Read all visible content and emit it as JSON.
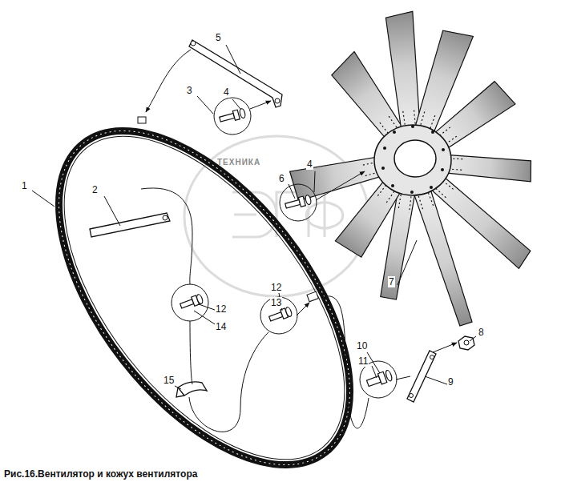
{
  "diagram": {
    "caption": "Рис.16.Вентилятор и кожух вентилятора",
    "labels": [
      "1",
      "2",
      "3",
      "4",
      "5",
      "4",
      "6",
      "7",
      "8",
      "9",
      "10",
      "11",
      "12",
      "12",
      "13",
      "14",
      "15",
      "ТЕХНИКА"
    ]
  }
}
